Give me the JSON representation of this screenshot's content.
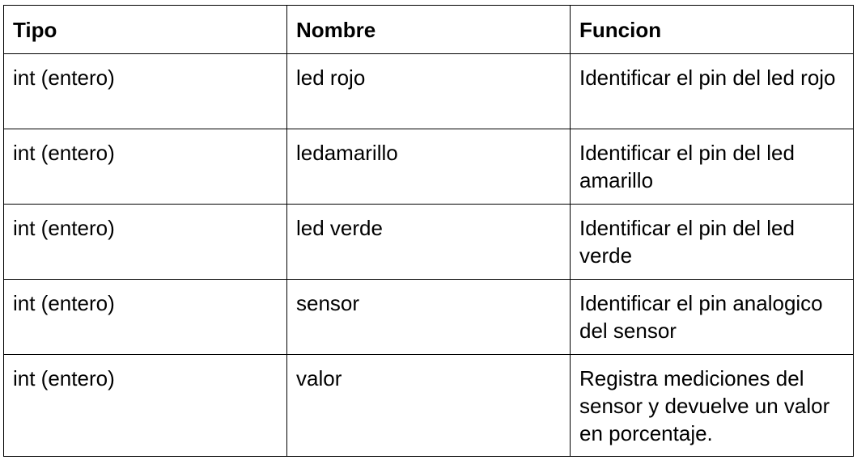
{
  "table": {
    "headers": [
      "Tipo",
      "Nombre",
      "Funcion"
    ],
    "rows": [
      [
        "int (entero)",
        "led rojo",
        "Identificar el pin del led rojo"
      ],
      [
        "int (entero)",
        "ledamarillo",
        "Identificar el pin del led amarillo"
      ],
      [
        "int (entero)",
        "led verde",
        "Identificar el pin del led verde"
      ],
      [
        "int (entero)",
        "sensor",
        "Identificar el pin analogico del sensor"
      ],
      [
        "int (entero)",
        "valor",
        "Registra mediciones del sensor y devuelve un valor en porcentaje."
      ]
    ]
  }
}
